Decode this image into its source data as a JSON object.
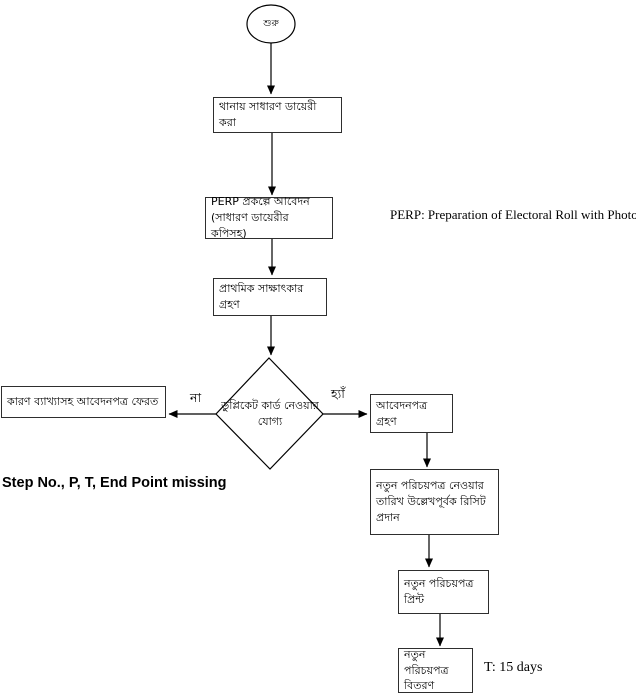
{
  "diagram": {
    "start_label": "শুরু",
    "nodes": {
      "general_diary": "থানায় সাধারণ ডায়েরী করা",
      "perp_application": "PERP প্রকল্পে আবেদন (সাধারণ ডায়েরীর কপিসহ)",
      "initial_interview": "প্রাথমিক সাক্ষাৎকার গ্রহণ",
      "decision_duplicate_eligible": "ডুপ্লিকেট কার্ড নেওয়ার যোগ্য",
      "return_application": "কারণ ব্যাখ্যাসহ আবেদনপত্র ফেরত",
      "accept_application": "আবেদনপত্র গ্রহণ",
      "receipt_with_date": "নতুন পরিচয়পত্র নেওয়ার তারিখ উল্লেখপূর্বক রিসিট প্রদান",
      "print_card": "নতুন পরিচয়পত্র প্রিন্ট",
      "distribute_card": "নতুন পরিচয়পত্র বিতরণ"
    },
    "branch_labels": {
      "no": "না",
      "yes": "হ্যাঁ"
    },
    "annotations": {
      "perp_definition": "PERP: Preparation of Electoral Roll with Photograph",
      "missing_note": "Step No., P, T, End Point missing",
      "time_note": "T: 15 days"
    },
    "colors": {
      "line": "#000000",
      "box_border": "#2e2e2e",
      "background": "#ffffff",
      "text": "#000000"
    }
  }
}
